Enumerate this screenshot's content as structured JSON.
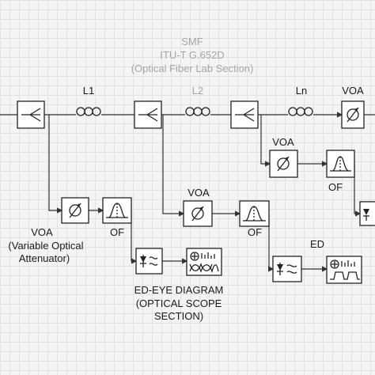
{
  "smf_title": {
    "line1": "SMF",
    "line2": "ITU-T G.652D",
    "line3": "(Optical Fiber Lab Section)"
  },
  "fiber_labels": {
    "l1": "L1",
    "l2": "L2",
    "ln": "Ln"
  },
  "voa_labels": {
    "top": "VOA",
    "mid_right": "VOA",
    "center": "VOA"
  },
  "voa_description": {
    "line1": "VOA",
    "line2": "(Variable Optical",
    "line3": "Attenuator)"
  },
  "of_labels": {
    "left": "OF",
    "center": "OF",
    "right": "OF"
  },
  "ed_label": "ED",
  "scope_caption": {
    "line1": "ED-EYE DIAGRAM",
    "line2": "(OPTICAL SCOPE",
    "line3": "SECTION)"
  },
  "colors": {
    "line": "#333333",
    "muted_text": "#a5a5a5",
    "grid": "#e2e2e2",
    "background": "#f4f4f4"
  }
}
